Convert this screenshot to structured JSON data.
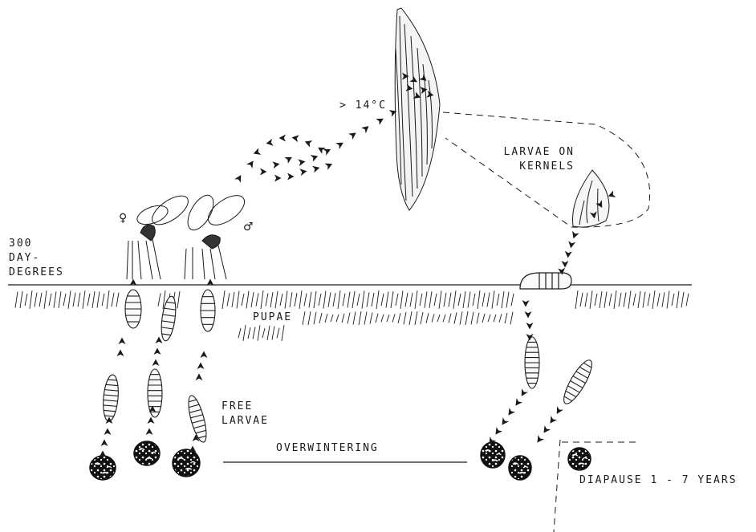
{
  "labels": {
    "temperature": "> 14°C",
    "larvae_on_kernels_line1": "LARVAE ON",
    "larvae_on_kernels_line2": "KERNELS",
    "day_degrees_line1": "300",
    "day_degrees_line2": "DAY-",
    "day_degrees_line3": "DEGREES",
    "pupae": "PUPAE",
    "free_larvae_line1": "FREE",
    "free_larvae_line2": "LARVAE",
    "overwintering": "OVERWINTERING",
    "diapause": "DIAPAUSE 1 - 7 YEARS",
    "female_symbol": "♀",
    "male_symbol": "♂"
  },
  "colors": {
    "ink": "#1a1a1a",
    "background": "#ffffff"
  }
}
